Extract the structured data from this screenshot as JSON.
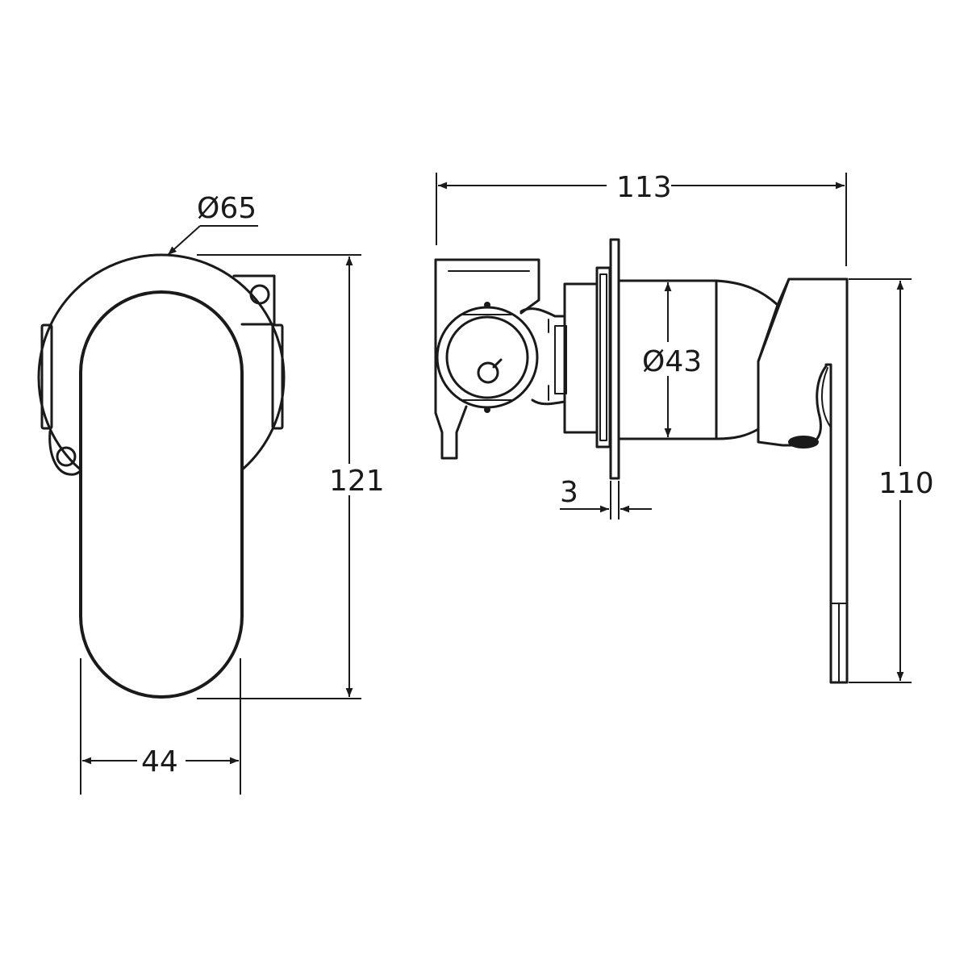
{
  "drawing": {
    "dimensions": {
      "front_diameter": "Ø65",
      "front_height": "121",
      "front_width": "44",
      "side_overall_length": "113",
      "side_body_diameter": "Ø43",
      "side_plate_thickness": "3",
      "side_height": "110"
    }
  }
}
